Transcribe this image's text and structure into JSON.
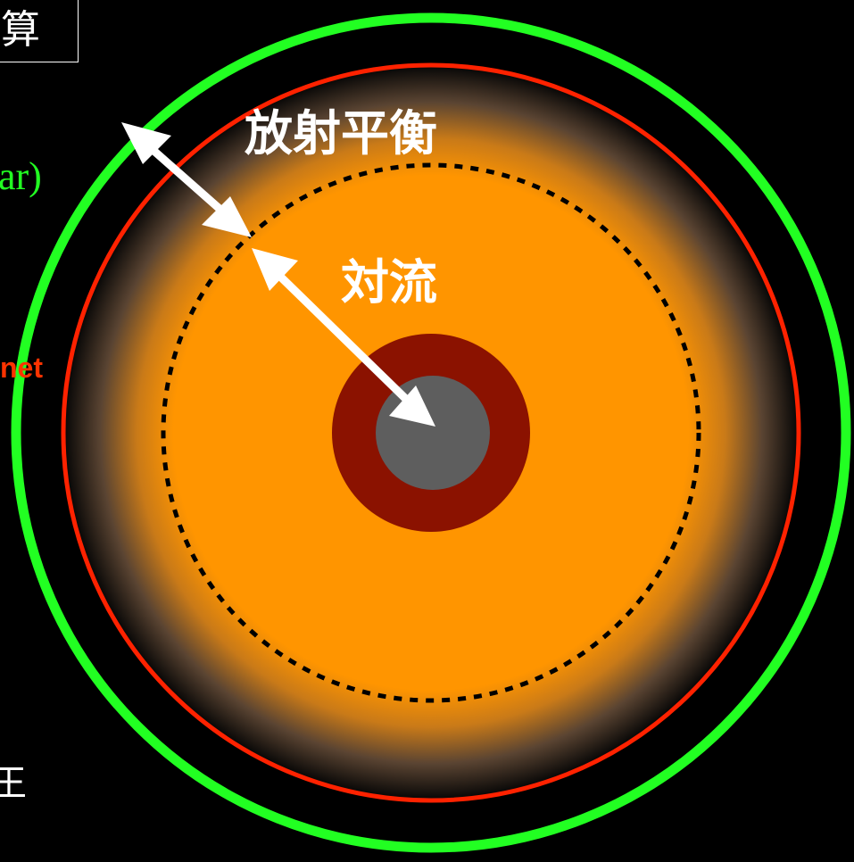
{
  "labels": {
    "top_left_box": "算",
    "green_fragment": "ar)",
    "red_fragment": "net",
    "white_fragment": "王",
    "radiative_zone": "放射平衡",
    "convective_zone": "対流"
  },
  "colors": {
    "background": "#000000",
    "outer_ring": "#22ff22",
    "inner_ring": "#ff2200",
    "envelope": "#ff9500",
    "core_mantle": "#8b1200",
    "core_inner": "#5e5e5e",
    "arrows": "#ffffff",
    "boundary_dashed": "#000000"
  },
  "icons": {
    "radiative_arrow": "double-arrow-icon",
    "convective_arrow": "single-arrow-icon"
  }
}
